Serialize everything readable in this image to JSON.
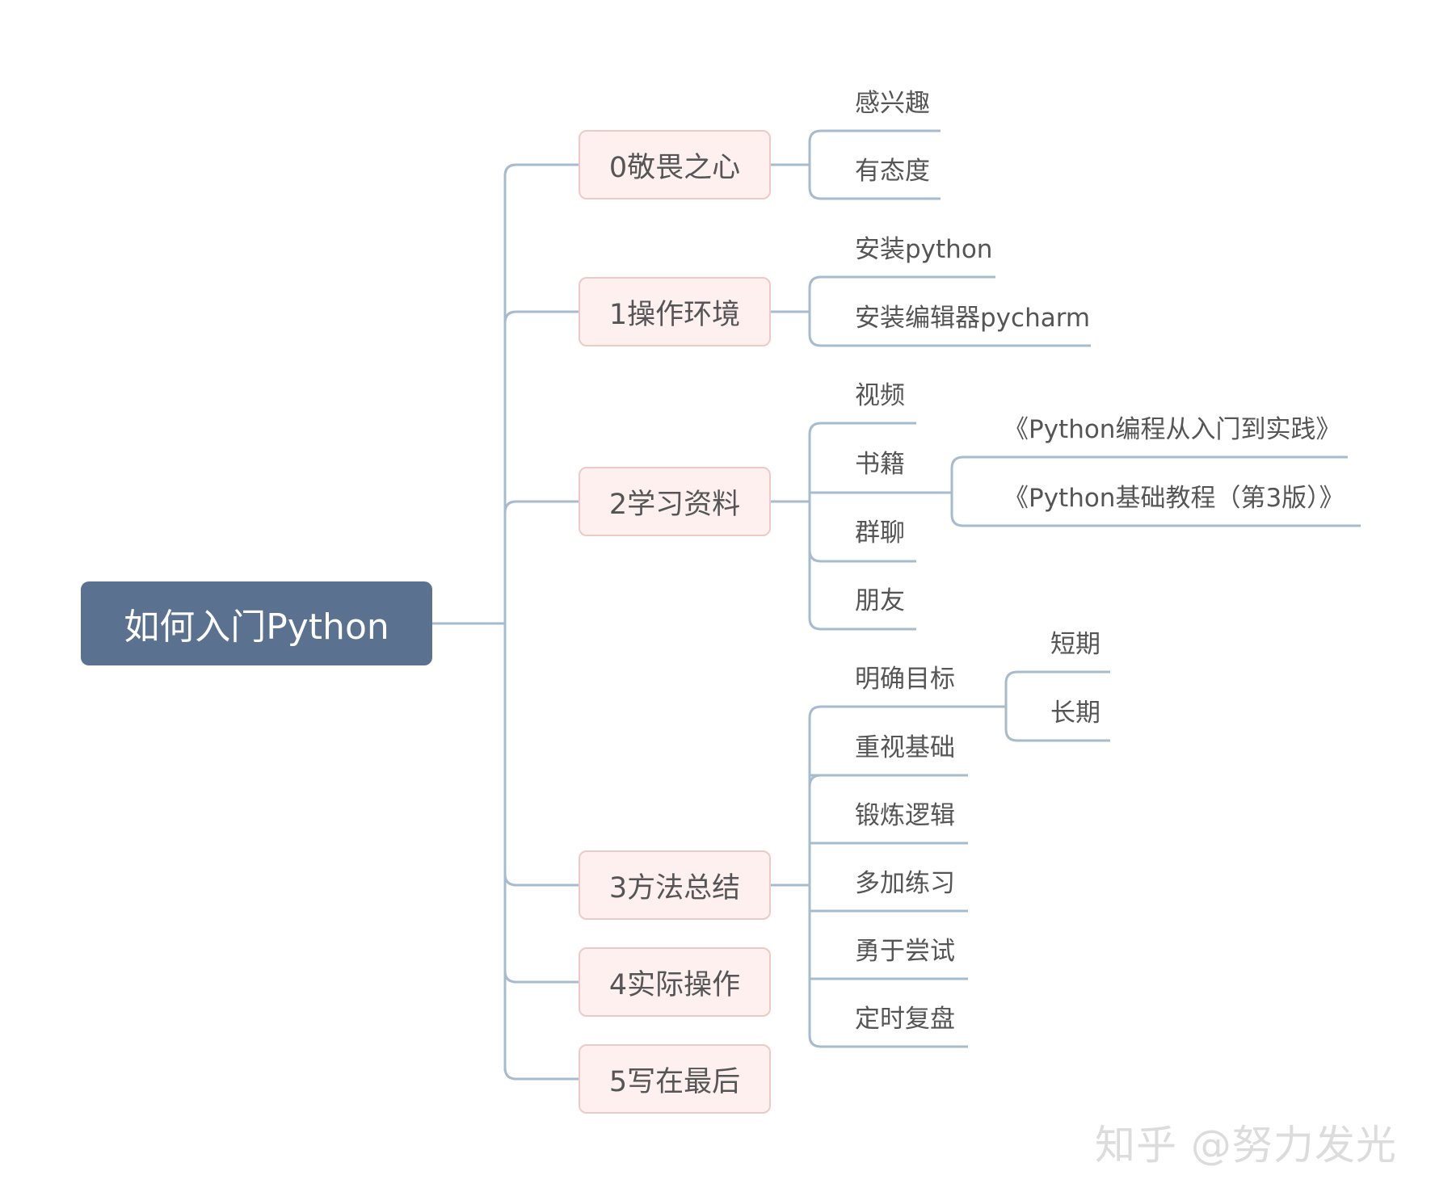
{
  "root": {
    "label": "如何入门Python"
  },
  "branches": [
    {
      "label": "0敬畏之心",
      "children": [
        {
          "label": "感兴趣"
        },
        {
          "label": "有态度"
        }
      ]
    },
    {
      "label": "1操作环境",
      "children": [
        {
          "label": "安装python"
        },
        {
          "label": "安装编辑器pycharm"
        }
      ]
    },
    {
      "label": "2学习资料",
      "children": [
        {
          "label": "视频"
        },
        {
          "label": "书籍",
          "children": [
            {
              "label": "《Python编程从入门到实践》"
            },
            {
              "label": "《Python基础教程（第3版）》"
            }
          ]
        },
        {
          "label": "群聊"
        },
        {
          "label": "朋友"
        }
      ]
    },
    {
      "label": "3方法总结",
      "children": [
        {
          "label": "明确目标",
          "children": [
            {
              "label": "短期"
            },
            {
              "label": "长期"
            }
          ]
        },
        {
          "label": "重视基础"
        },
        {
          "label": "锻炼逻辑"
        },
        {
          "label": "多加练习"
        },
        {
          "label": "勇于尝试"
        },
        {
          "label": "定时复盘"
        }
      ]
    },
    {
      "label": "4实际操作"
    },
    {
      "label": "5写在最后"
    }
  ],
  "watermark": "知乎 @努力发光",
  "colors": {
    "root_fill": "#5a7290",
    "branch_fill": "#fdf0ef",
    "branch_border": "#efc9c6",
    "connector": "#a7bbcf",
    "text": "#555555"
  }
}
